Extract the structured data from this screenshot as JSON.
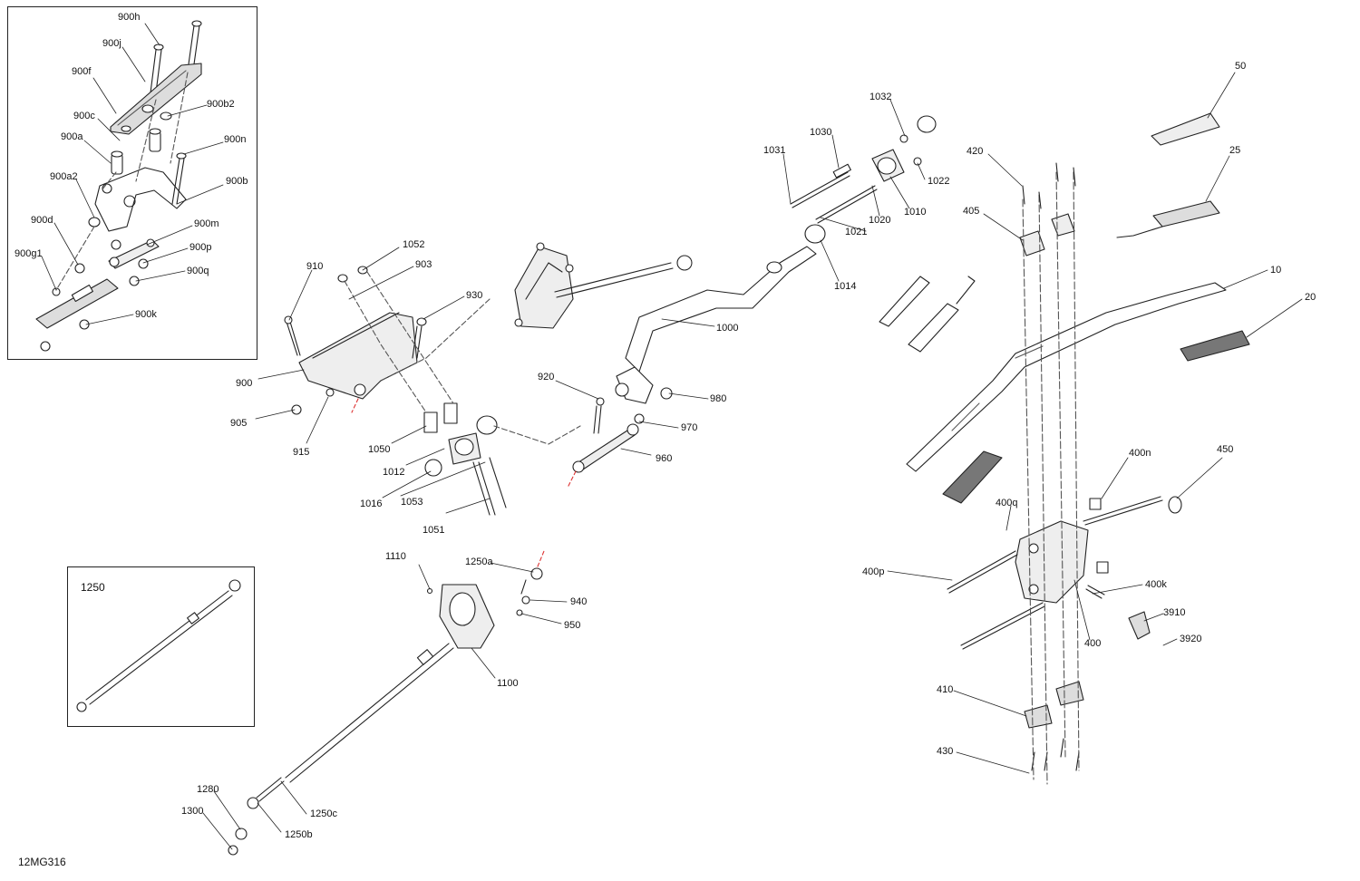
{
  "diagram": {
    "reference_code": "12MG316",
    "inset_tierod_title": "1250",
    "callouts": {
      "p900h": "900h",
      "p900j": "900j",
      "p900f": "900f",
      "p900b2": "900b2",
      "p900c": "900c",
      "p900n": "900n",
      "p900a": "900a",
      "p900a2": "900a2",
      "p900b": "900b",
      "p900d": "900d",
      "p900m": "900m",
      "p900g1": "900g1",
      "p900p": "900p",
      "p900q": "900q",
      "p900k": "900k",
      "p910": "910",
      "p1052": "1052",
      "p903": "903",
      "p930": "930",
      "p900": "900",
      "p905": "905",
      "p915": "915",
      "p1050": "1050",
      "p1012": "1012",
      "p1016": "1016",
      "p1053": "1053",
      "p1051": "1051",
      "p920": "920",
      "p980": "980",
      "p970": "970",
      "p960": "960",
      "p1000": "1000",
      "p1031": "1031",
      "p1030": "1030",
      "p1032": "1032",
      "p1022": "1022",
      "p1020": "1020",
      "p1010": "1010",
      "p1021": "1021",
      "p1014": "1014",
      "p420": "420",
      "p405": "405",
      "p50": "50",
      "p25": "25",
      "p10": "10",
      "p20": "20",
      "p400n": "400n",
      "p450": "450",
      "p400q": "400q",
      "p400p": "400p",
      "p400k": "400k",
      "p3910": "3910",
      "p400": "400",
      "p3920": "3920",
      "p410": "410",
      "p430": "430",
      "p1110": "1110",
      "p1250a": "1250a",
      "p940": "940",
      "p950": "950",
      "p1100": "1100",
      "p1280": "1280",
      "p1300": "1300",
      "p1250c": "1250c",
      "p1250b": "1250b"
    }
  }
}
